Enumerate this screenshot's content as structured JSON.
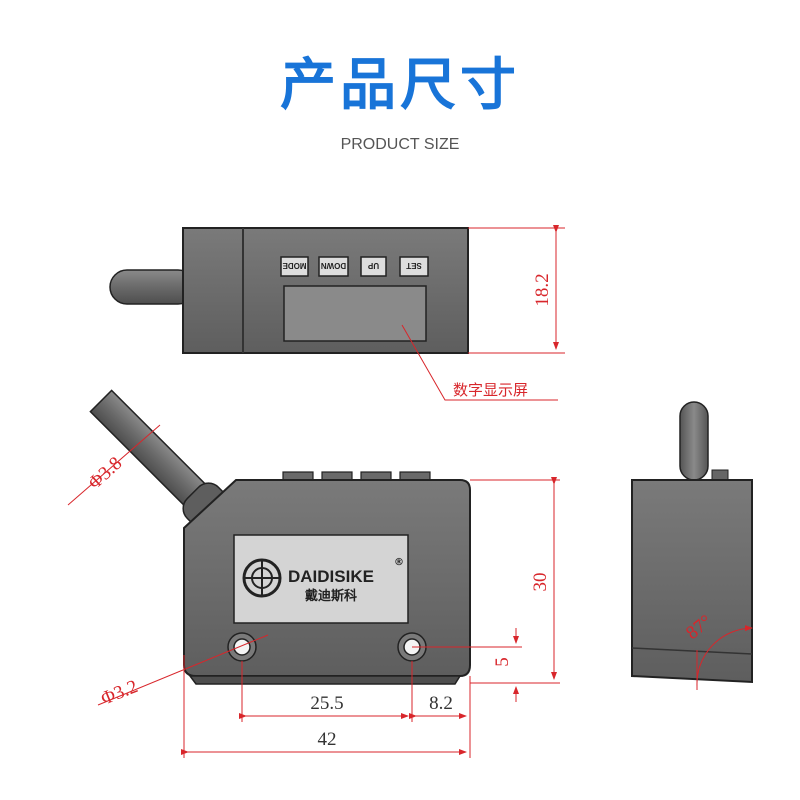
{
  "header": {
    "title": "产品尺寸",
    "subtitle": "PRODUCT SIZE"
  },
  "top_view": {
    "buttons": [
      "MODE",
      "DOWN",
      "UP",
      "SET"
    ],
    "height_dim": "18.2",
    "display_callout": "数字显示屏"
  },
  "front_view": {
    "brand_name": "DAIDISIKE",
    "brand_cn": "戴迪斯科",
    "registered": "®",
    "cable_dia": "Φ3.8",
    "hole_dia": "Φ3.2",
    "height_dim": "30",
    "hole_offset_dim": "5",
    "hole_spacing_dim": "25.5",
    "right_offset_dim": "8.2",
    "width_dim": "42"
  },
  "side_view": {
    "angle_dim": "87°"
  },
  "colors": {
    "title": "#1874d8",
    "dimension_red": "#d8262b",
    "body_gray": "#6f6f6f"
  }
}
